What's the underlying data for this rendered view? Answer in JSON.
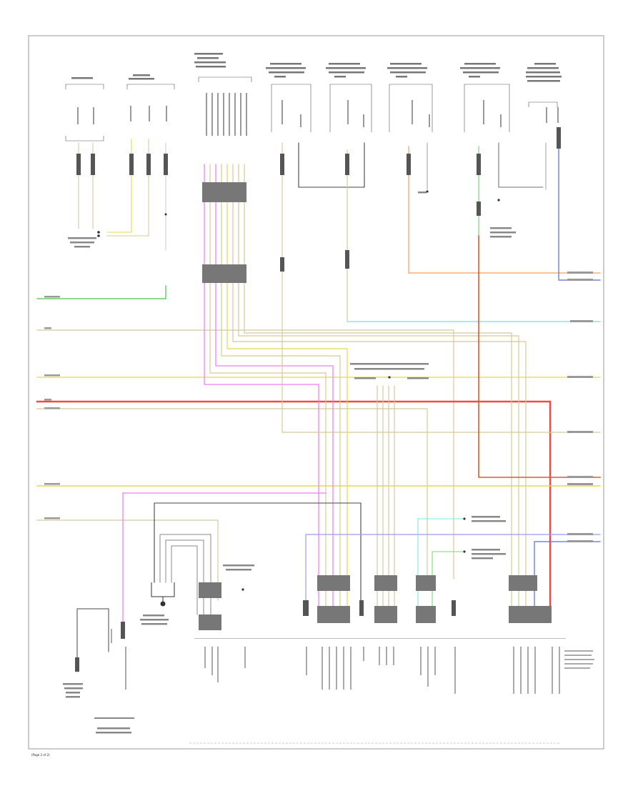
{
  "wires": [
    {
      "name": "green",
      "color": "#4cc04c"
    },
    {
      "name": "yellow",
      "color": "#e8d84a"
    },
    {
      "name": "tan",
      "color": "#d8c89a"
    },
    {
      "name": "red",
      "color": "#f04a4a"
    },
    {
      "name": "orange",
      "color": "#f4a060"
    },
    {
      "name": "dark-orange",
      "color": "#e05a2a"
    },
    {
      "name": "cyan",
      "color": "#7ae8ec"
    },
    {
      "name": "blue",
      "color": "#5a6ae0"
    },
    {
      "name": "violet",
      "color": "#9a9af0"
    },
    {
      "name": "pink",
      "color": "#f07af0"
    },
    {
      "name": "black",
      "color": "#444444"
    },
    {
      "name": "gray",
      "color": "#999999"
    },
    {
      "name": "light-green",
      "color": "#7ad87a"
    }
  ],
  "page_number": "(Page 2 of 2)"
}
